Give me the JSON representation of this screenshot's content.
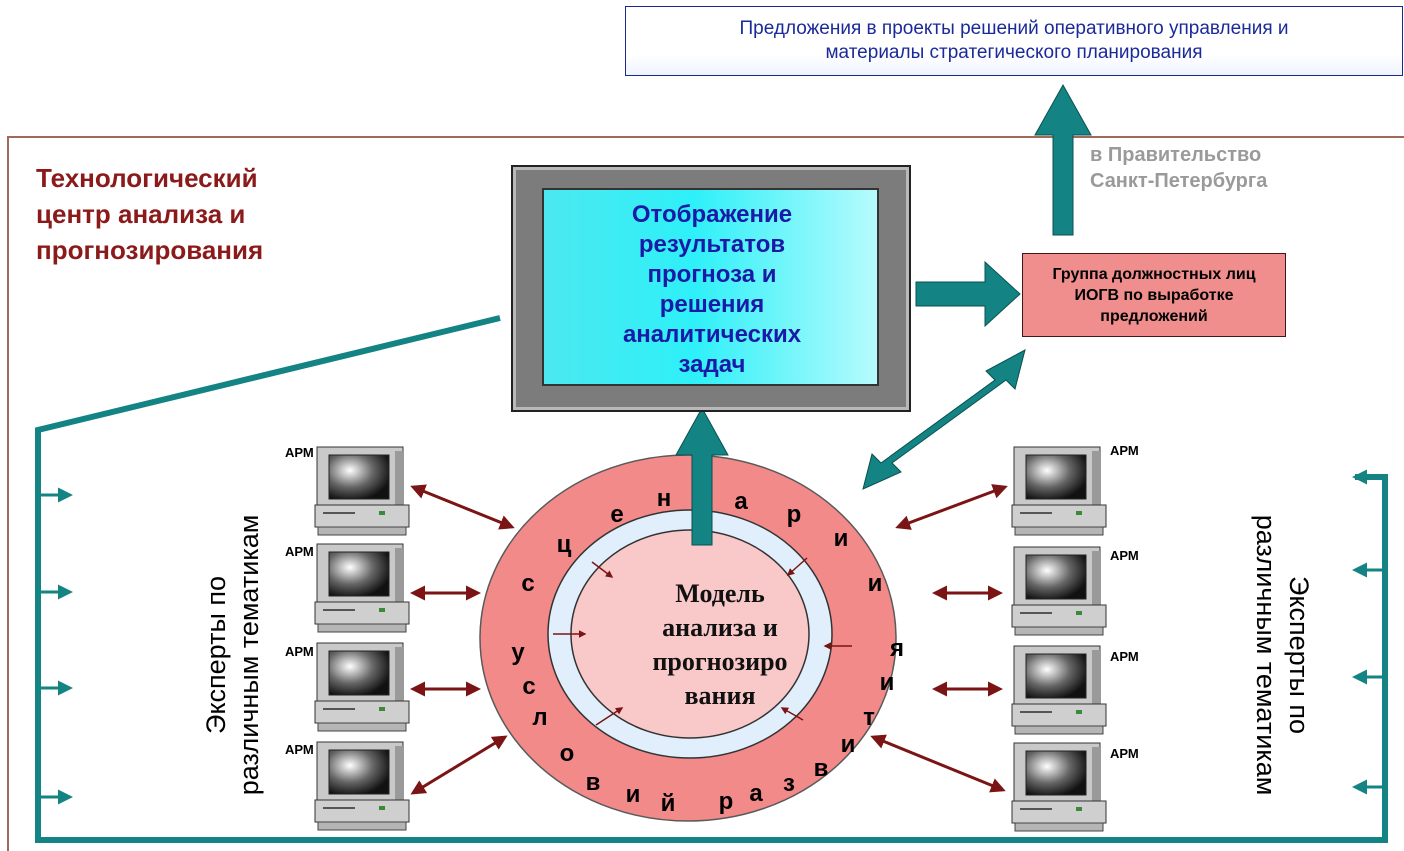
{
  "top_box": {
    "line1": "Предложения в проекты решений оперативного управления и",
    "line2": "материалы стратегического планирования"
  },
  "gov_label": {
    "line1": "в Правительство",
    "line2": "Санкт-Петербурга"
  },
  "center_title": {
    "line1": "Технологический",
    "line2": "центр анализа и",
    "line3": "прогнозирования"
  },
  "screen": {
    "lines": [
      "Отображение",
      "результатов",
      "прогноза и",
      "решения",
      "аналитических",
      "задач"
    ]
  },
  "group_box": {
    "line1": "Группа должностных лиц",
    "line2": "ИОГВ по выработке",
    "line3": "предложений"
  },
  "model": {
    "line1": "Модель",
    "line2": "анализа и",
    "line3": "прогнозиро",
    "line4": "вания"
  },
  "ring_letters": [
    "с",
    "ц",
    "е",
    "н",
    "а",
    "р",
    "и",
    "и",
    "я",
    "и",
    "т",
    "и",
    "в",
    "з",
    "а",
    "р",
    "й",
    "и",
    "в",
    "о",
    "л",
    "с",
    "у"
  ],
  "arm_label": "АРМ",
  "experts": {
    "line1": "Эксперты по",
    "line2": "различным тематикам"
  },
  "colors": {
    "teal": "#138383",
    "dark_red": "#7b1414",
    "ring_fill": "#f28a8a",
    "inner_ring": "#e1eefb",
    "model_fill": "#f9c9c9",
    "title_red": "#8b1a1a"
  }
}
